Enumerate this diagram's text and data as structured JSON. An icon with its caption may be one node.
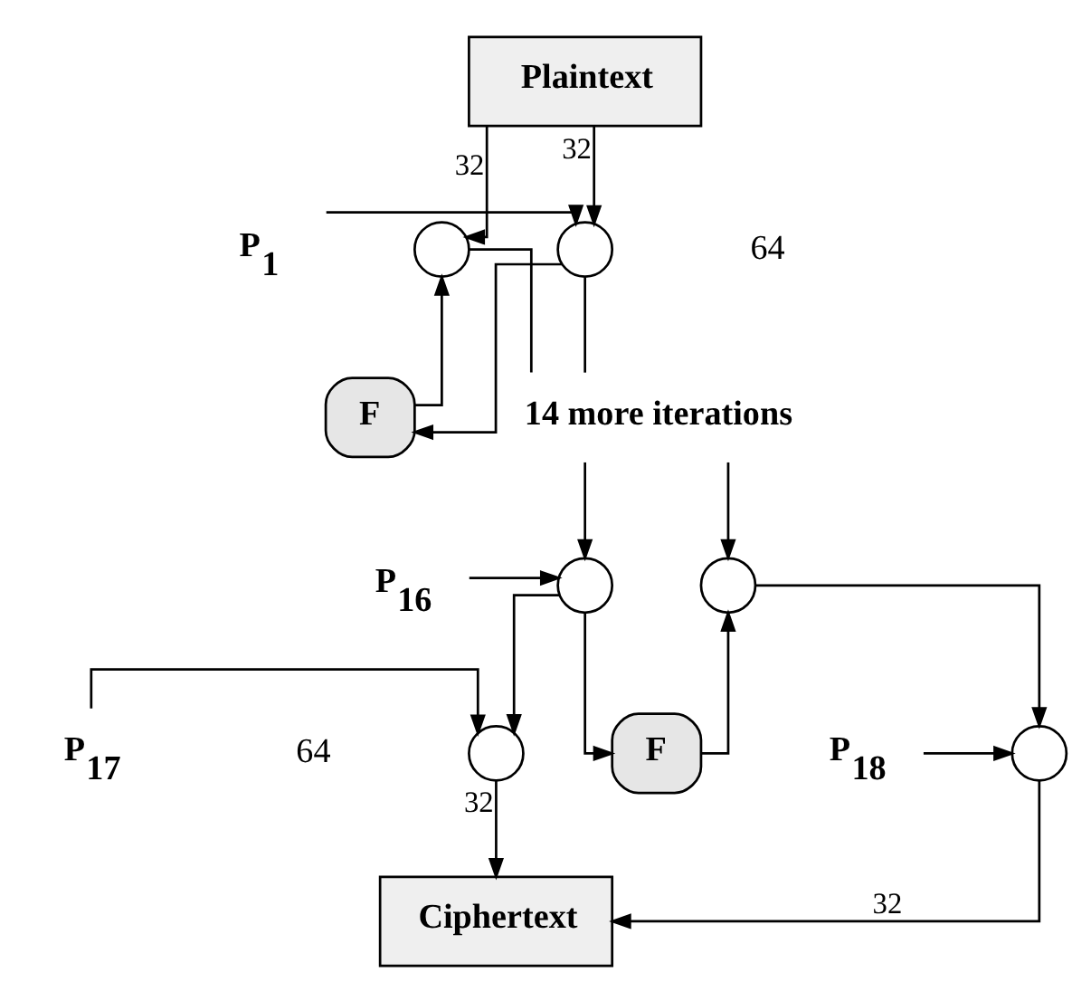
{
  "diagram": {
    "nodes": [
      {
        "text": [
          "Plaintext"
        ]
      },
      {
        "text": [
          "P$_{1}$"
        ]
      },
      {
        "text": [],
        "shape": "circle"
      },
      {
        "text": [
          "F"
        ]
      },
      {
        "text": [],
        "shape": "circle"
      },
      {
        "text": [
          "14 more iterations"
        ]
      },
      {
        "text": [
          "P$_{16}$"
        ]
      },
      {
        "text": [],
        "shape": "circle"
      },
      {
        "text": [
          "F"
        ]
      },
      {
        "text": [],
        "shape": "circle"
      },
      {
        "text": [
          "P$_{17}$"
        ]
      },
      {
        "text": [],
        "shape": "circle"
      },
      {
        "text": [],
        "shape": "circle"
      },
      {
        "text": [
          "P$_{18}$"
        ]
      },
      {
        "text": [
          "Ciphertext"
        ]
      }
    ],
    "edges": [
      {
        "from": 0,
        "to": 2,
        "arrow": "to",
        "label": "32"
      },
      {
        "from": 0,
        "to": 4,
        "arrow": "to",
        "label": "32"
      },
      {
        "from": 1,
        "to": 2,
        "arrow": "to"
      },
      {
        "from": 2,
        "to": 3,
        "arrow": "to"
      },
      {
        "from": 3,
        "to": 4,
        "arrow": "to"
      },
      {
        "from": 2,
        "to": 5,
        "arrow": "none"
      },
      {
        "from": 4,
        "to": 5,
        "arrow": "none"
      },
      {
        "from": 5,
        "to": 7,
        "arrow": "to"
      },
      {
        "from": 5,
        "to": 9,
        "arrow": "to"
      },
      {
        "from": 6,
        "to": 7,
        "arrow": "to"
      },
      {
        "from": 7,
        "to": 8,
        "arrow": "to"
      },
      {
        "from": 8,
        "to": 9,
        "arrow": "to"
      },
      {
        "from": 7,
        "to": 11,
        "arrow": "to"
      },
      {
        "from": 9,
        "to": 12,
        "arrow": "to"
      },
      {
        "from": 10,
        "to": 11,
        "arrow": "to"
      },
      {
        "from": 13,
        "to": 12,
        "arrow": "to"
      },
      {
        "from": 11,
        "to": 14,
        "arrow": "to",
        "label": "32"
      },
      {
        "from": 12,
        "to": 14,
        "arrow": "to",
        "label": "32"
      }
    ],
    "labels": [
      "64",
      "64"
    ]
  }
}
